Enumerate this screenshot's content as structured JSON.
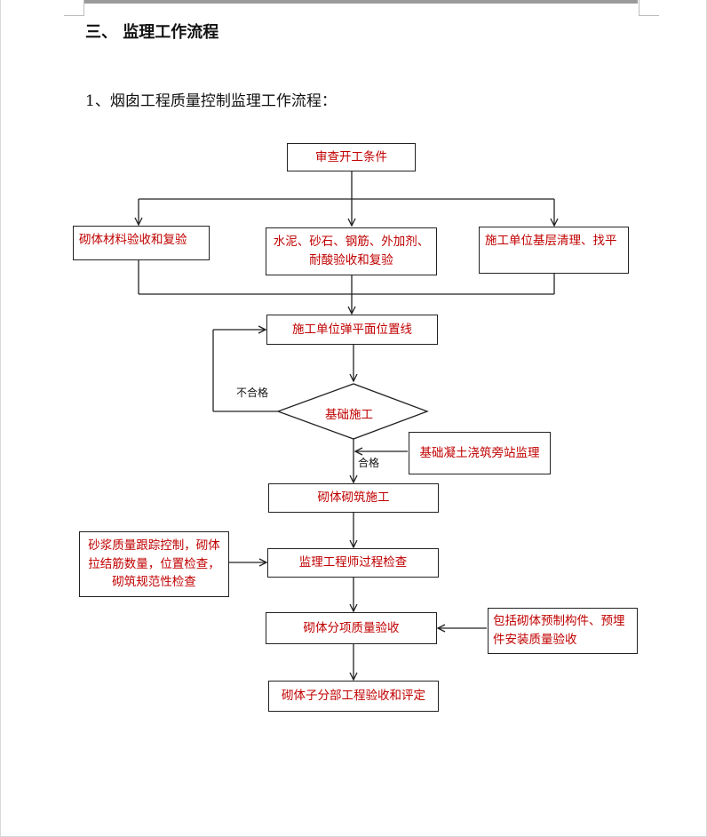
{
  "section_heading": "三、  监理工作流程",
  "sub_heading": "1、烟囱工程质量控制监理工作流程：",
  "nodes": {
    "review_start": "审查开工条件",
    "masonry_material": "砌体材料验收和复验",
    "cement_lines": [
      "水泥、砂石、钢筋、外加剂、",
      "耐酸验收和复验"
    ],
    "base_clean": "施工单位基层清理、找平",
    "layout_line": "施工单位弹平面位置线",
    "foundation": "基础施工",
    "concrete_monitor": "基础凝土浇筑旁站监理",
    "masonry_build": "砌体砌筑施工",
    "mortar_lines": [
      "砂浆质量跟踪控制，砌体",
      "拉结筋数量，位置检查，",
      "砌筑规范性检查"
    ],
    "supervisor_check": "监理工程师过程检查",
    "sub_item_accept": "砌体分项质量验收",
    "prefab_lines": [
      "包括砌体预制构件、预埋",
      "件安装质量验收"
    ],
    "sub_division_accept": "砌体子分部工程验收和评定"
  },
  "labels": {
    "fail": "不合格",
    "pass": "合格"
  },
  "colors": {
    "box_text": "#c00000",
    "line": "#222222"
  }
}
